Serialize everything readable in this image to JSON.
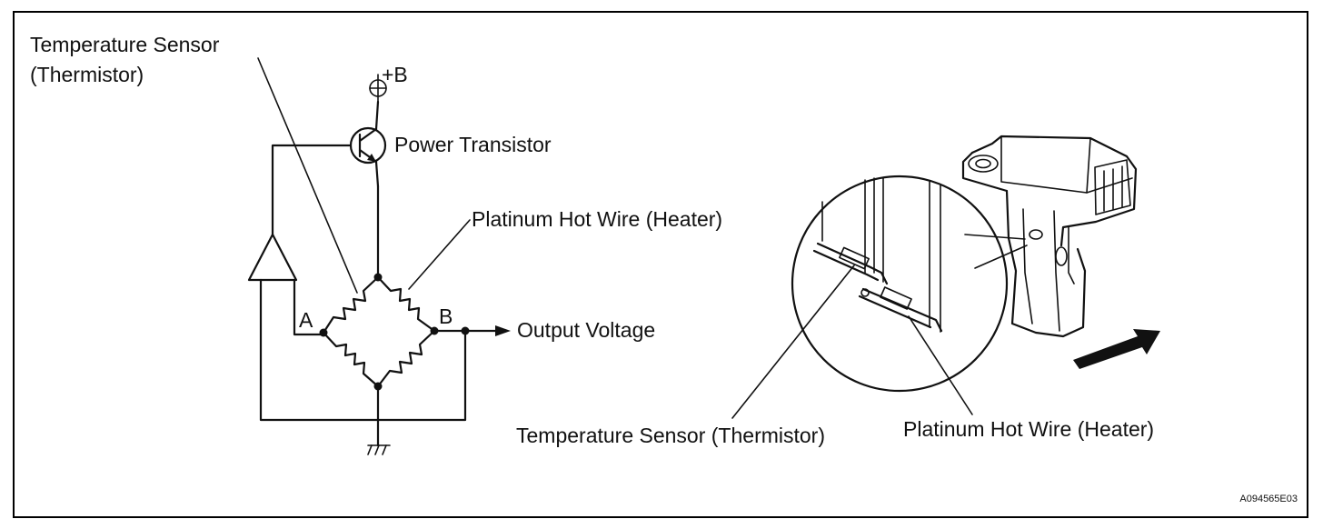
{
  "labels": {
    "temp_sensor_line1": "Temperature Sensor",
    "temp_sensor_line2": "(Thermistor)",
    "supply": "+B",
    "power_transistor": "Power Transistor",
    "hot_wire": "Platinum Hot Wire (Heater)",
    "node_a": "A",
    "node_b": "B",
    "output_voltage": "Output Voltage",
    "detail_temp_sensor": "Temperature Sensor (Thermistor)",
    "detail_hot_wire": "Platinum Hot Wire (Heater)",
    "figure_code": "A094565E03"
  },
  "icons": {
    "ground": "ground-icon",
    "transistor": "transistor-icon",
    "amplifier": "amplifier-icon",
    "airflow": "airflow-arrow-icon"
  }
}
